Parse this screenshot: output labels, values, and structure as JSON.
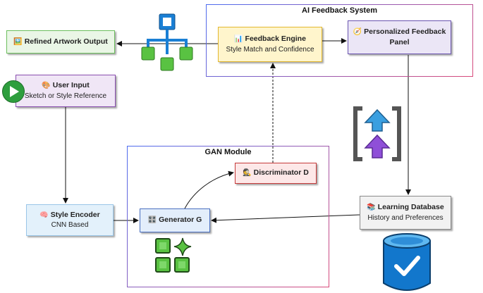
{
  "groups": {
    "ai_feedback": {
      "title": "AI Feedback System"
    },
    "gan": {
      "title": "GAN Module"
    }
  },
  "nodes": {
    "refined_output": {
      "emoji": "🖼️",
      "title": "Refined Artwork Output"
    },
    "user_input": {
      "emoji": "🎨",
      "title": "User Input",
      "subtitle": "Sketch or Style Reference"
    },
    "feedback_engine": {
      "emoji": "📊",
      "title": "Feedback Engine",
      "subtitle": "Style Match and Confidence"
    },
    "feedback_panel": {
      "emoji": "🧭",
      "title": "Personalized Feedback Panel"
    },
    "style_encoder": {
      "emoji": "🧠",
      "title": "Style Encoder",
      "subtitle": "CNN Based"
    },
    "discriminator": {
      "emoji": "🕵️",
      "title": "Discriminator D"
    },
    "generator": {
      "emoji": "🎛️",
      "title": "Generator G"
    },
    "learning_db": {
      "emoji": "📚",
      "title": "Learning Database",
      "subtitle": "History and Preferences"
    }
  },
  "icons": {
    "start": "play-circle-icon",
    "hierarchy": "hierarchy-icon",
    "upgrade": "double-up-arrow-icon",
    "generator_grid": "grid-sparkle-icon",
    "database": "database-check-icon"
  },
  "colors": {
    "start_green": "#2e9e3e",
    "hierarchy_blue": "#1a7fd4",
    "hierarchy_green": "#59c242",
    "arrow_blue": "#3a9fe0",
    "arrow_purple": "#8f4fd8",
    "db_blue": "#1277cc",
    "grid_green": "#59c242"
  }
}
